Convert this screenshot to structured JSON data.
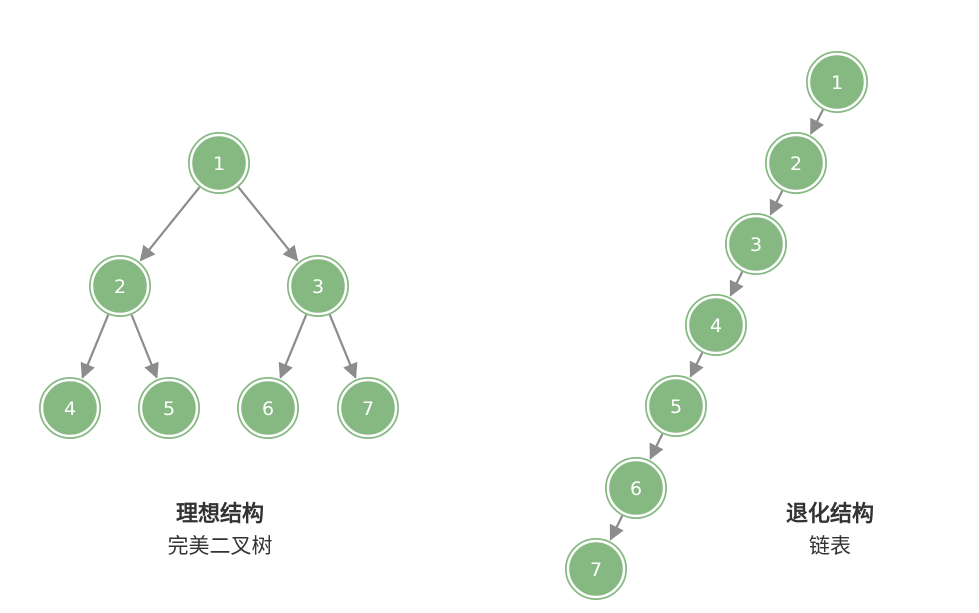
{
  "left_structure": {
    "title": "理想结构",
    "subtitle": "完美二叉树",
    "nodes": [
      "1",
      "2",
      "3",
      "4",
      "5",
      "6",
      "7"
    ]
  },
  "right_structure": {
    "title": "退化结构",
    "subtitle": "链表",
    "nodes": [
      "1",
      "2",
      "3",
      "4",
      "5",
      "6",
      "7"
    ]
  },
  "colors": {
    "node_fill": "#86b982",
    "node_label": "#ffffff",
    "edge": "#8c8c8c",
    "caption_text": "#333333"
  }
}
